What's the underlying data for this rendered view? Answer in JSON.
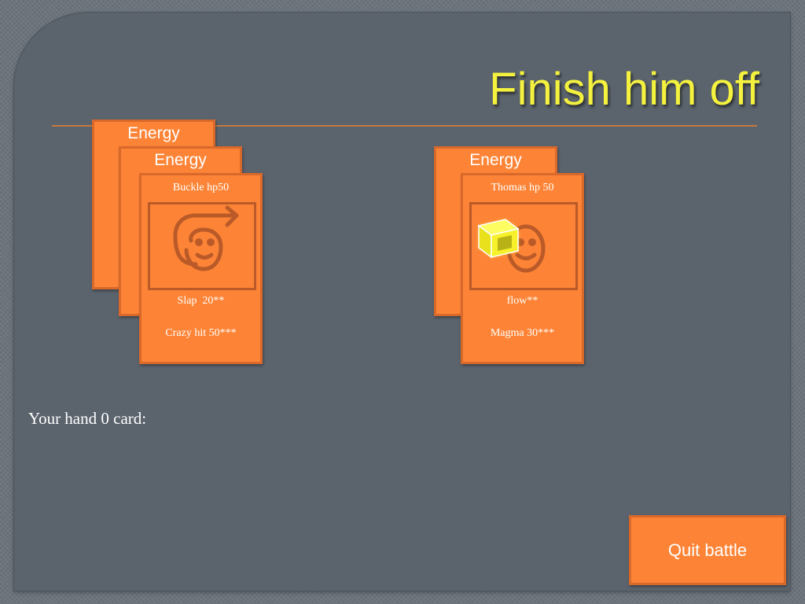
{
  "title": "Finish him off",
  "player": {
    "energy_cards": [
      "Energy",
      "Energy"
    ],
    "card": {
      "name": "Buckle hp50",
      "art_icon": "face-with-arrow-icon",
      "moves": [
        "Slap  20**",
        "Crazy hit 50***"
      ]
    }
  },
  "opponent": {
    "energy_cards": [
      "Energy"
    ],
    "card": {
      "name": "Thomas hp 50",
      "art_icon": "smiley-face-icon",
      "overlay_icon": "yellow-cube-icon",
      "moves": [
        "flow**",
        "Magma 30***"
      ]
    }
  },
  "hand": {
    "label": "Your hand 0 card:"
  },
  "buttons": {
    "quit": "Quit battle"
  },
  "colors": {
    "card": "#fd8436",
    "card_border": "#d9692b",
    "title": "#f4f23e",
    "slide": "#5b636d"
  }
}
